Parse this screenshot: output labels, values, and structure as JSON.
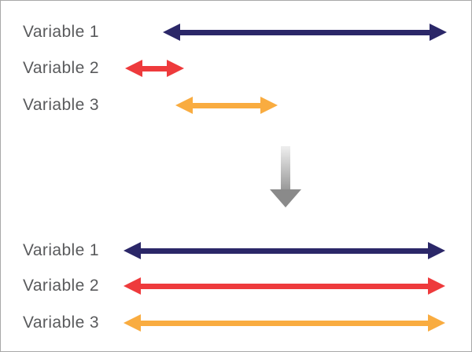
{
  "diagram": {
    "top_group": {
      "rows": [
        {
          "label": "Variable 1",
          "color": "navy"
        },
        {
          "label": "Variable 2",
          "color": "red"
        },
        {
          "label": "Variable 3",
          "color": "orange"
        }
      ]
    },
    "transition_icon": "down-arrow-icon",
    "bottom_group": {
      "rows": [
        {
          "label": "Variable 1",
          "color": "navy"
        },
        {
          "label": "Variable 2",
          "color": "red"
        },
        {
          "label": "Variable 3",
          "color": "orange"
        }
      ]
    }
  },
  "colors": {
    "navy": "#2b2768",
    "red": "#ee3a3c",
    "orange": "#f9ac40",
    "label_text": "#595a5c",
    "gray_start": "#efefef",
    "gray_end": "#9a9a9a",
    "gray_head": "#8a8a8a",
    "border": "#a8a8a8"
  }
}
